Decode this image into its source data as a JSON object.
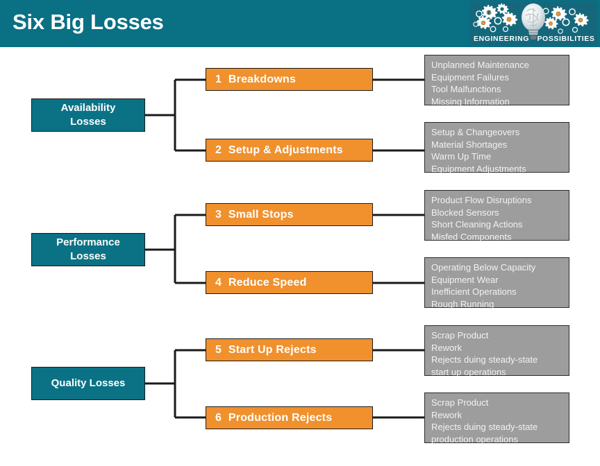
{
  "header": {
    "title": "Six Big Losses",
    "background_color": "#0a7084",
    "logo": {
      "name": "engineering-possibilities-logo",
      "left_word": "ENGINEERING",
      "right_word": "POSSIBILITIES",
      "icon": "lightbulb-with-brain-and-gears"
    }
  },
  "colors": {
    "teal": "#0b7285",
    "orange": "#f0912d",
    "gray": "#9d9d9d",
    "line": "#1a1a1a",
    "text_light": "#ffffff"
  },
  "groups": [
    {
      "category": "Availability\nLosses",
      "category_name": "availability-losses",
      "losses": [
        {
          "number": "1",
          "label": "Breakdowns",
          "name": "breakdowns",
          "details": [
            "Unplanned Maintenance",
            "Equipment Failures",
            "Tool Malfunctions",
            "Missing Information"
          ]
        },
        {
          "number": "2",
          "label": "Setup & Adjustments",
          "name": "setup-and-adjustments",
          "details": [
            "Setup & Changeovers",
            "Material Shortages",
            "Warm Up Time",
            "Equipment Adjustments"
          ]
        }
      ]
    },
    {
      "category": "Performance\nLosses",
      "category_name": "performance-losses",
      "losses": [
        {
          "number": "3",
          "label": "Small Stops",
          "name": "small-stops",
          "details": [
            "Product Flow Disruptions",
            "Blocked Sensors",
            "Short Cleaning Actions",
            "Misfed Components"
          ]
        },
        {
          "number": "4",
          "label": "Reduce Speed",
          "name": "reduce-speed",
          "details": [
            "Operating Below Capacity",
            "Equipment Wear",
            "Inefficient Operations",
            "Rough Running"
          ]
        }
      ]
    },
    {
      "category": "Quality Losses",
      "category_name": "quality-losses",
      "losses": [
        {
          "number": "5",
          "label": "Start Up Rejects",
          "name": "start-up-rejects",
          "details": [
            "Scrap Product",
            "Rework",
            "Rejects duing steady-state",
            "start up operations"
          ]
        },
        {
          "number": "6",
          "label": "Production  Rejects",
          "name": "production-rejects",
          "details": [
            "Scrap Product",
            "Rework",
            "Rejects duing steady-state",
            "production operations"
          ]
        }
      ]
    }
  ]
}
